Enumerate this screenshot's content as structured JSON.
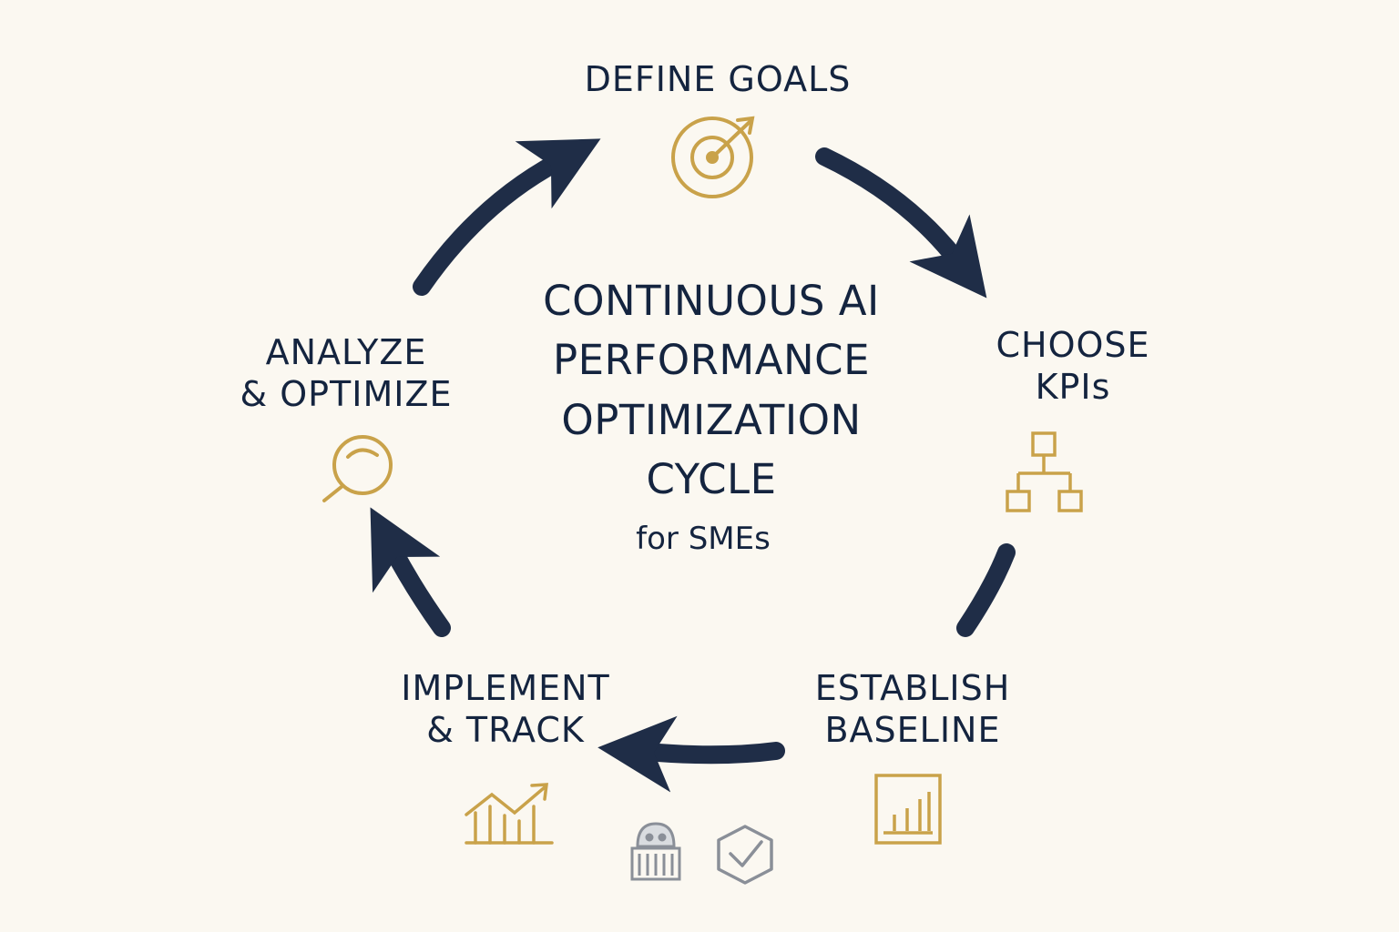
{
  "center": {
    "title_lines": [
      "CONTINUOUS AI",
      "PERFORMANCE",
      "OPTIMIZATION",
      "CYCLE"
    ],
    "subtitle": "for SMEs"
  },
  "steps": [
    {
      "lines": [
        "DEFINE GOALS"
      ],
      "icon": "target-icon"
    },
    {
      "lines": [
        "CHOOSE",
        "KPIs"
      ],
      "icon": "hierarchy-icon"
    },
    {
      "lines": [
        "ESTABLISH",
        "BASELINE"
      ],
      "icon": "bar-chart-icon"
    },
    {
      "lines": [
        "IMPLEMENT",
        "& TRACK"
      ],
      "icon": "trend-chart-icon"
    },
    {
      "lines": [
        "ANALYZE",
        "& OPTIMIZE"
      ],
      "icon": "magnifier-icon"
    }
  ],
  "extra_icons": [
    "robot-icon",
    "shield-check-icon"
  ],
  "colors": {
    "background": "#fbf8f1",
    "text": "#14243f",
    "arrow": "#1f2d47",
    "icon_gold": "#c9a24a",
    "icon_gray": "#8a8f98"
  }
}
